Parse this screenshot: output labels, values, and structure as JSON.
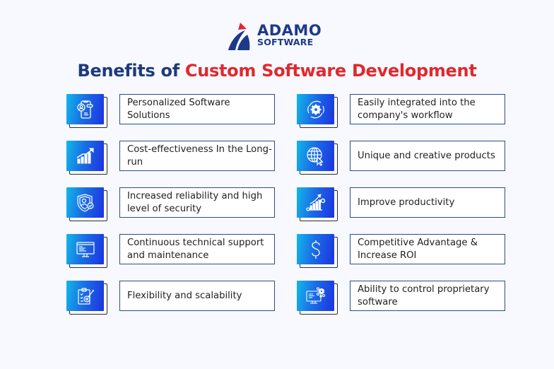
{
  "logo": {
    "line1": "ADAMO",
    "line2": "SOFTWARE",
    "colors": {
      "primary": "#1d3a8a",
      "accent": "#e0282f"
    }
  },
  "title": {
    "part1": "Benefits of ",
    "part2": "Custom Software Development",
    "colors": {
      "part1": "#1d3a7a",
      "part2": "#e0282f"
    }
  },
  "left_column": [
    {
      "icon": "mobile-profile-icon",
      "label": "Personalized Software Solutions"
    },
    {
      "icon": "growth-chart-icon",
      "label": "Cost-effectiveness In the Long-run"
    },
    {
      "icon": "security-shield-icon",
      "label": "Increased reliability and high level of security"
    },
    {
      "icon": "monitor-code-icon",
      "label": "Continuous technical support and maintenance"
    },
    {
      "icon": "clipboard-gear-icon",
      "label": "Flexibility and scalability"
    }
  ],
  "right_column": [
    {
      "icon": "gear-cycle-icon",
      "label": "Easily integrated into the company's workflow"
    },
    {
      "icon": "globe-cursor-icon",
      "label": "Unique and creative products"
    },
    {
      "icon": "productivity-chart-icon",
      "label": "Improve productivity"
    },
    {
      "icon": "dollar-icon",
      "label": "Competitive Advantage & Increase ROI"
    },
    {
      "icon": "monitor-gears-icon",
      "label": "Ability to control proprietary software"
    }
  ],
  "colors": {
    "background": "#f7f9fe",
    "icon_gradient_start": "#12b7e8",
    "icon_gradient_end": "#1d33e0",
    "box_border": "#2f4a8a"
  }
}
